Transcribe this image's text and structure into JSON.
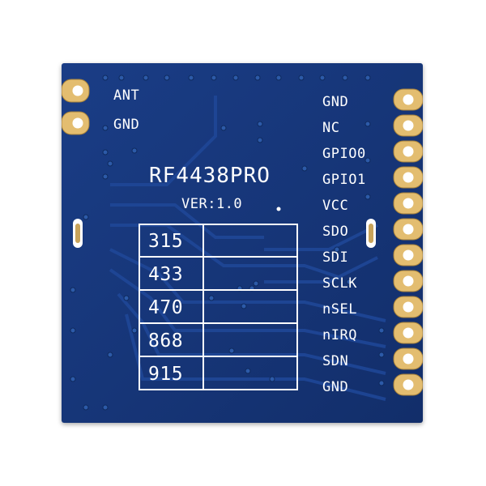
{
  "module": {
    "name": "RF4438PRO",
    "version": "VER:1.0",
    "board_color": "#173a80",
    "silkscreen_color": "#ffffff",
    "pad_color": "#d8b060"
  },
  "left_pins": [
    {
      "label": "ANT"
    },
    {
      "label": "GND"
    }
  ],
  "right_pins": [
    {
      "label": "GND"
    },
    {
      "label": "NC"
    },
    {
      "label": "GPIO0"
    },
    {
      "label": "GPIO1"
    },
    {
      "label": "VCC"
    },
    {
      "label": "SDO"
    },
    {
      "label": "SDI"
    },
    {
      "label": "SCLK"
    },
    {
      "label": "nSEL"
    },
    {
      "label": "nIRQ"
    },
    {
      "label": "SDN"
    },
    {
      "label": "GND"
    }
  ],
  "frequency_table": {
    "rows": [
      {
        "freq": "315"
      },
      {
        "freq": "433"
      },
      {
        "freq": "470"
      },
      {
        "freq": "868"
      },
      {
        "freq": "915"
      }
    ]
  }
}
